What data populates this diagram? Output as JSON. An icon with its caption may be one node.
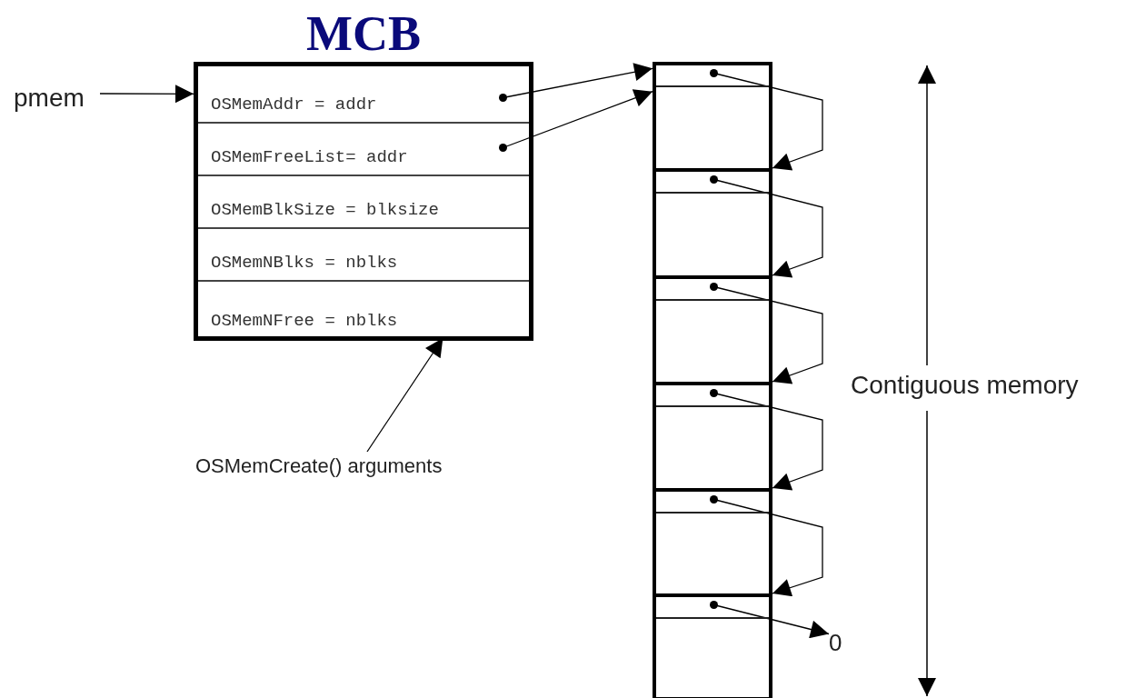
{
  "diagram": {
    "nodes": [
      {
        "text": [
          "MCB"
        ]
      },
      {
        "text": [
          "OSMemAddr = addr"
        ],
        "in": 0
      },
      {
        "text": [
          "OSMemFreeList= addr"
        ],
        "in": 0
      },
      {
        "text": [
          "OSMemBlkSize = blksize"
        ],
        "in": 0
      },
      {
        "text": [
          "OSMemNBlks = nblks"
        ],
        "in": 0
      },
      {
        "text": [
          "OSMemNFree = nblks"
        ],
        "in": 0
      },
      {
        "text": [
          "pmem"
        ]
      },
      {
        "text": [],
        "shape": "box"
      },
      {
        "text": [],
        "shape": "box"
      },
      {
        "text": [],
        "shape": "box"
      },
      {
        "text": [],
        "shape": "box"
      },
      {
        "text": [],
        "shape": "box"
      },
      {
        "text": [],
        "shape": "box"
      },
      {
        "text": [
          "0"
        ]
      },
      {
        "text": [
          "OSMemCreate() arguments"
        ]
      }
    ],
    "edges": [
      {
        "from": 6,
        "to": 0,
        "arrow": "to"
      },
      {
        "from": 1,
        "to": 7,
        "arrow": "to"
      },
      {
        "from": 2,
        "to": 7,
        "arrow": "to"
      },
      {
        "from": 7,
        "to": 8,
        "arrow": "to"
      },
      {
        "from": 8,
        "to": 9,
        "arrow": "to"
      },
      {
        "from": 9,
        "to": 10,
        "arrow": "to"
      },
      {
        "from": 10,
        "to": 11,
        "arrow": "to"
      },
      {
        "from": 11,
        "to": 12,
        "arrow": "to"
      },
      {
        "from": 12,
        "to": 13,
        "arrow": "to"
      },
      {
        "from": 14,
        "to": 5,
        "arrow": "to"
      }
    ],
    "labels": [
      "Contiguous memory"
    ]
  }
}
